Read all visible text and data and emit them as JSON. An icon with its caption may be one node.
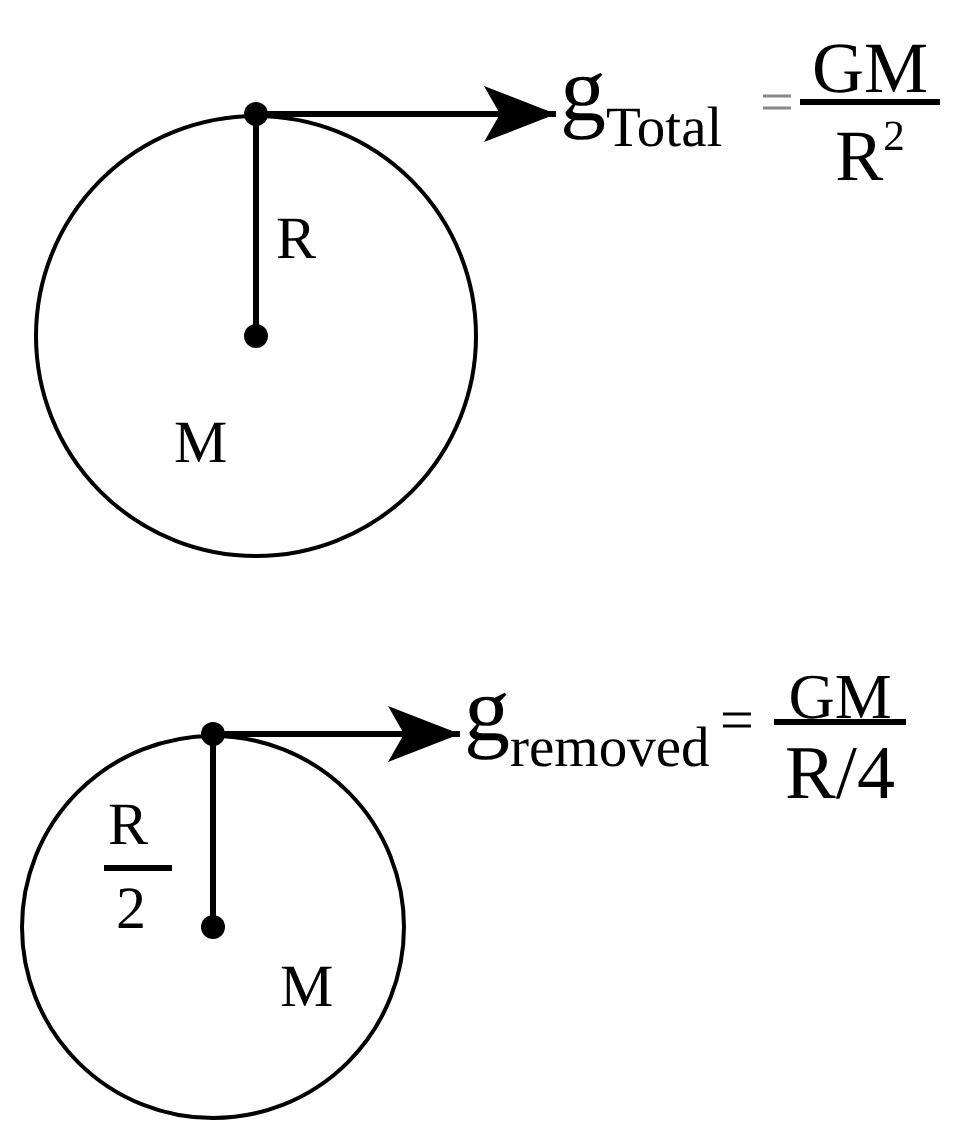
{
  "diagram": {
    "nodes": [
      {
        "text": [
          "M"
        ]
      },
      {
        "text": [
          "g$_{Total}$",
          "=",
          "GM",
          "R$^{2}$"
        ]
      },
      {
        "text": [
          "M"
        ]
      },
      {
        "text": [
          "g$_{removed}$",
          "=",
          "GM",
          "R/4"
        ]
      }
    ],
    "edges": [
      {
        "from": 0,
        "to": 1,
        "arrow": "to"
      },
      {
        "from": 2,
        "to": 3,
        "arrow": "to"
      }
    ],
    "labels": [
      "R",
      "R",
      "2"
    ]
  }
}
